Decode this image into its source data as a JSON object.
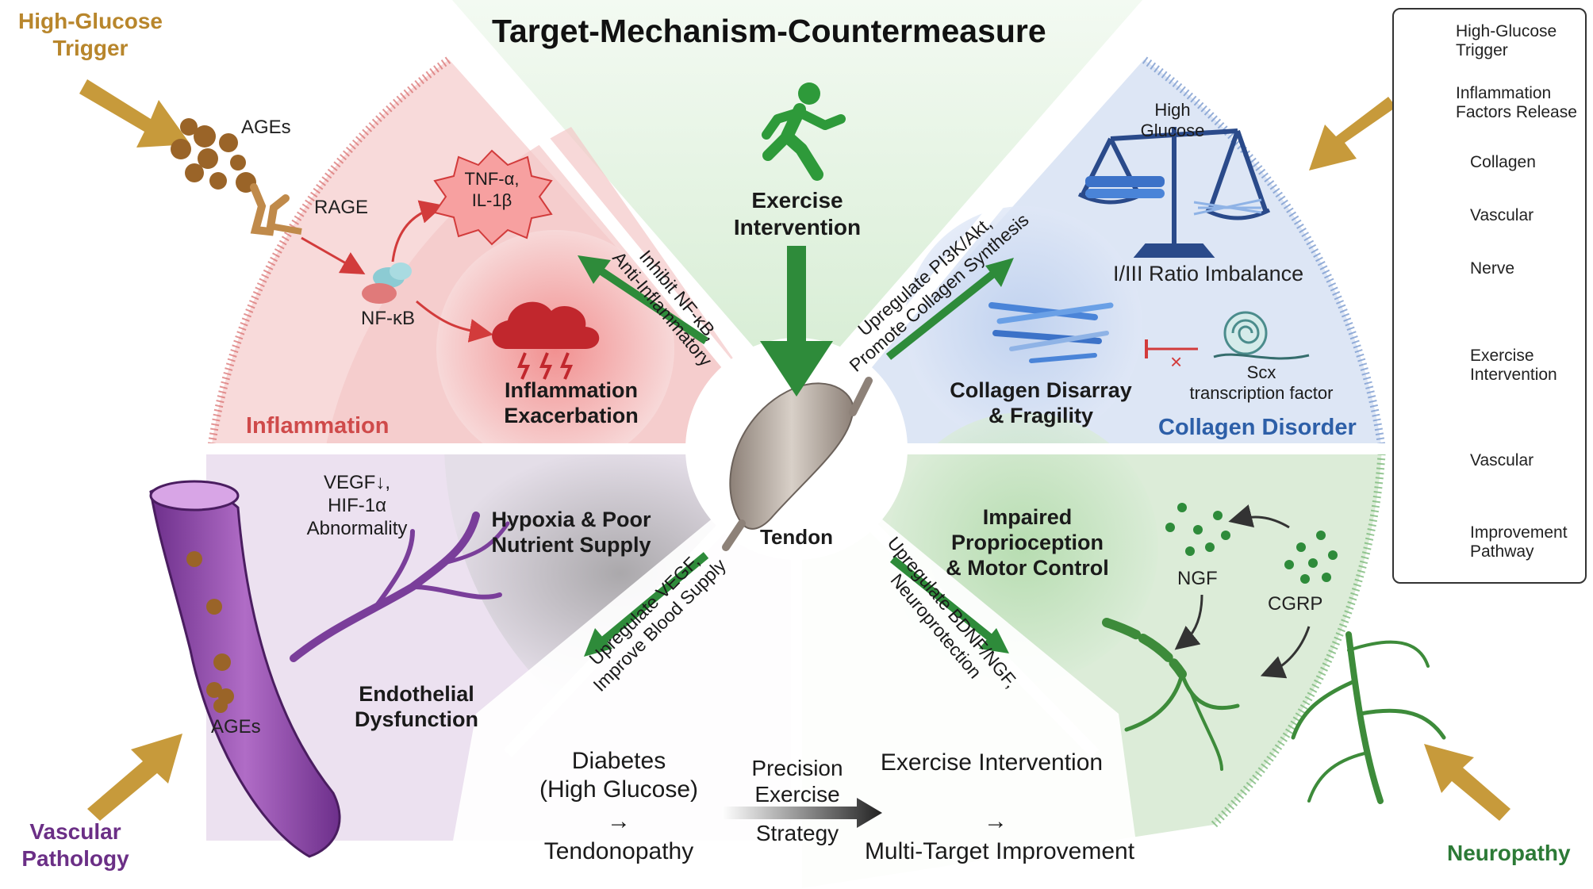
{
  "title": "Target-Mechanism-Countermeasure",
  "triggers": {
    "high_glucose": "High-Glucose\nTrigger",
    "vascular": "Vascular\nPathology",
    "neuropathy": "Neuropathy"
  },
  "center": {
    "label": "Tendon"
  },
  "exercise": {
    "label": "Exercise\nIntervention"
  },
  "inflammation": {
    "quadrant": "Inflammation",
    "ages": "AGEs",
    "rage": "RAGE",
    "nfkb": "NF-κB",
    "cytokines": "TNF-α,\nIL-1β",
    "result": "Inflammation\nExacerbation",
    "pathway": "Inhibit NF-κB,\nAnti-Inflammatory"
  },
  "collagen": {
    "quadrant": "Collagen Disorder",
    "high_glucose": "High\nGlucose",
    "ratio": "I/III Ratio Imbalance",
    "disarray": "Collagen Disarray\n& Fragility",
    "scx": "Scx\ntranscription factor",
    "pathway": "Upregulate PI3K/Akt,\nPromote Collagen Synthesis"
  },
  "vascular": {
    "vegf": "VEGF↓,\nHIF-1α\nAbnormality",
    "hypoxia": "Hypoxia & Poor\nNutrient Supply",
    "endothelial": "Endothelial\nDysfunction",
    "ages": "AGEs",
    "pathway": "Upregulate VEGF,\nImprove Blood Supply"
  },
  "neuro": {
    "impaired": "Impaired\nProprioception\n& Motor Control",
    "ngf": "NGF",
    "cgrp": "CGRP",
    "pathway": "Upregulate BDNF/NGF,\nNeuroprotection"
  },
  "flow": {
    "diabetes": "Diabetes\n(High Glucose)",
    "arrow1": "→",
    "tendinopathy": "Tendonopathy",
    "strategy_top": "Precision\nExercise",
    "strategy_bottom": "Strategy",
    "exercise": "Exercise Intervention",
    "arrow2": "→",
    "multi": "Multi-Target Improvement"
  },
  "legend": [
    {
      "icon": "trigger-arrow-icon",
      "label": "High-Glucose\nTrigger"
    },
    {
      "icon": "inflammation-burst-icon",
      "label": "Inflammation\nFactors Release"
    },
    {
      "icon": "collagen-fiber-icon",
      "label": "Collagen"
    },
    {
      "icon": "vessel-icon",
      "label": "Vascular"
    },
    {
      "icon": "nerve-icon",
      "label": "Nerve"
    },
    {
      "icon": "runner-icon",
      "label": "Exercise\nIntervention"
    },
    {
      "icon": "vessel-icon",
      "label": "Vascular"
    },
    {
      "icon": "improvement-arrow-icon",
      "label": "Improvement\nPathway"
    }
  ],
  "colors": {
    "inflammation": "#f6d2d2",
    "collagen": "#d9e3f4",
    "vascular": "#e9dcef",
    "neuro": "#d9ecd6",
    "exercise": "#e4f3e2",
    "trigger": "#b8862c",
    "improve": "#2e8b3a"
  }
}
